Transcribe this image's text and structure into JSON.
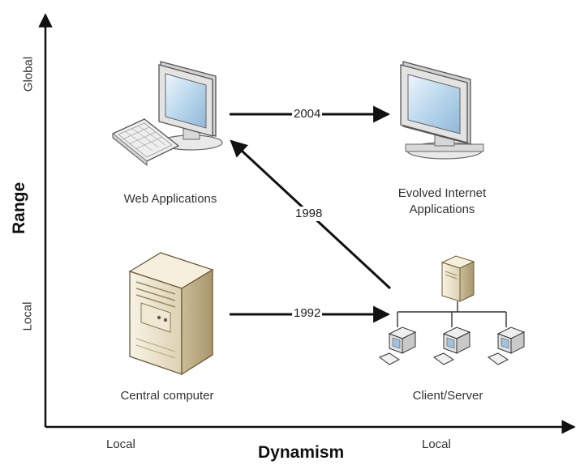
{
  "axes": {
    "x_title": "Dynamism",
    "y_title": "Range",
    "x_ticks": [
      "Local",
      "Local"
    ],
    "y_ticks": [
      "Global",
      "Local"
    ]
  },
  "nodes": {
    "web_apps": "Web Applications",
    "evolved_line1": "Evolved Internet",
    "evolved_line2": "Applications",
    "central": "Central computer",
    "client_server": "Client/Server"
  },
  "transitions": {
    "t1992": "1992",
    "t1998": "1998",
    "t2004": "2004"
  }
}
